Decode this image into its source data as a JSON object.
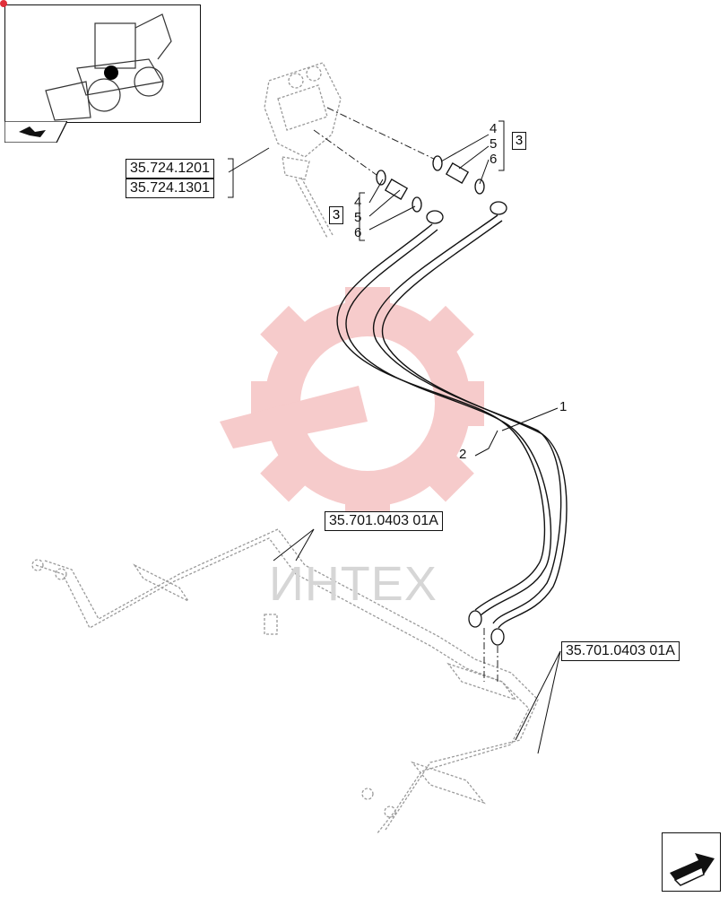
{
  "references": {
    "valve_ref_1": "35.724.1201",
    "valve_ref_2": "35.724.1301",
    "pipe_ref_upper": "35.701.0403 01A",
    "pipe_ref_lower": "35.701.0403 01A"
  },
  "callouts": {
    "hose_1": "1",
    "hose_2": "2",
    "group_left_box": "3",
    "group_right_box": "3",
    "left_item_4": "4",
    "left_item_5": "5",
    "left_item_6": "6",
    "right_item_4": "4",
    "right_item_5": "5",
    "right_item_6": "6"
  },
  "watermark": {
    "text": "ИНТЕХ"
  },
  "colors": {
    "line": "#111111",
    "phantom": "#9a9a9a",
    "watermark_red": "#f5c2c2"
  },
  "icons": [
    "machine-thumbnail-icon",
    "nav-back-arrow-icon",
    "next-page-arrow-icon"
  ]
}
